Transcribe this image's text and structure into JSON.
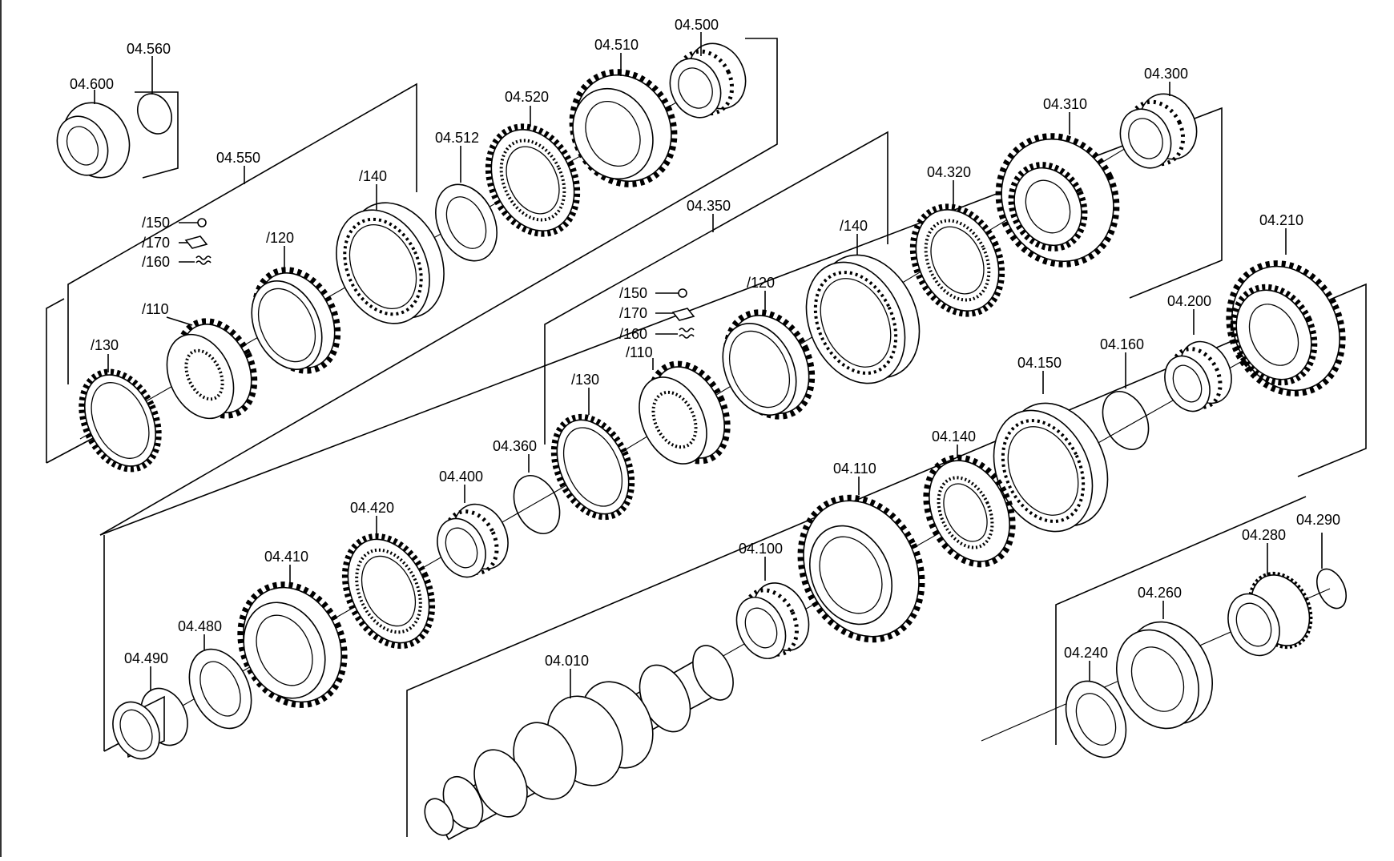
{
  "diagram": {
    "labels": {
      "l_04_600": "04.600",
      "l_04_560": "04.560",
      "l_04_550": "04.550",
      "l_04_512": "04.512",
      "l_04_520": "04.520",
      "l_04_510": "04.510",
      "l_04_500": "04.500",
      "l_a140": "/140",
      "l_a120": "/120",
      "l_a150": "/150",
      "l_a170": "/170",
      "l_a160": "/160",
      "l_a110": "/110",
      "l_a130": "/130",
      "l_04_300": "04.300",
      "l_04_310": "04.310",
      "l_04_320": "04.320",
      "l_04_350": "04.350",
      "l_b140": "/140",
      "l_b120": "/120",
      "l_b150": "/150",
      "l_b170": "/170",
      "l_b160": "/160",
      "l_b110": "/110",
      "l_b130": "/130",
      "l_04_360": "04.360",
      "l_04_400": "04.400",
      "l_04_420": "04.420",
      "l_04_410": "04.410",
      "l_04_480": "04.480",
      "l_04_490": "04.490",
      "l_04_210": "04.210",
      "l_04_200": "04.200",
      "l_04_160": "04.160",
      "l_04_150": "04.150",
      "l_04_140": "04.140",
      "l_04_110": "04.110",
      "l_04_100": "04.100",
      "l_04_010": "04.010",
      "l_04_290": "04.290",
      "l_04_280": "04.280",
      "l_04_260": "04.260",
      "l_04_240": "04.240"
    }
  }
}
